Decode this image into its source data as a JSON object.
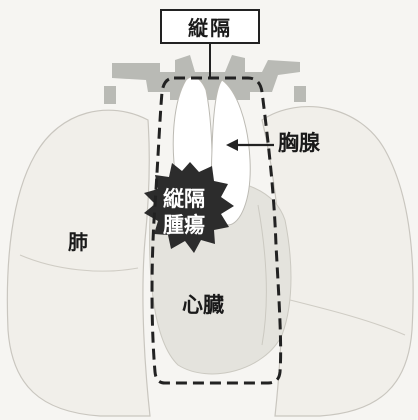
{
  "title": "縦隔",
  "labels": {
    "thymus": "胸腺",
    "lung": "肺",
    "heart": "心臓",
    "tumor_line1": "縦隔",
    "tumor_line2": "腫瘍"
  },
  "colors": {
    "background": "#f6f5f2",
    "lung_fill": "#f1efea",
    "heart_fill": "#e4e3dd",
    "vessel_fill": "#b9bab5",
    "thymus_fill": "#ffffff",
    "tumor_fill": "#2c2c2c",
    "outline": "#222222"
  }
}
